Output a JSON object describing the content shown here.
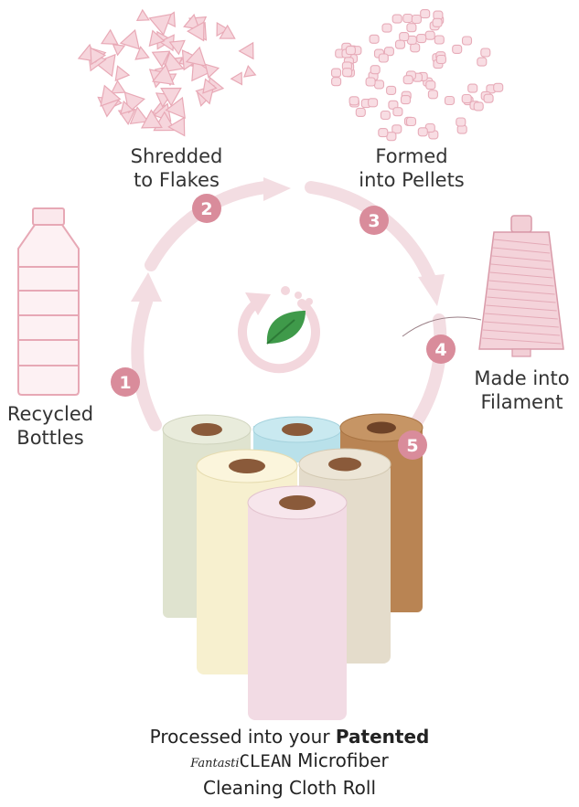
{
  "steps": [
    {
      "number": "1",
      "label_line1": "Recycled",
      "label_line2": "Bottles"
    },
    {
      "number": "2",
      "label_line1": "Shredded",
      "label_line2": "to Flakes"
    },
    {
      "number": "3",
      "label_line1": "Formed",
      "label_line2": "into Pellets"
    },
    {
      "number": "4",
      "label_line1": "Made into",
      "label_line2": "Filament"
    },
    {
      "number": "5"
    }
  ],
  "caption": {
    "line1_prefix": "Processed into your ",
    "line1_bold": "Patented",
    "brand_script": "Fantasti",
    "brand_caps": "CLEAN",
    "line2_suffix": " Microfiber",
    "line3": "Cleaning Cloth Roll"
  },
  "colors": {
    "cycle_arrow": "#f3dde2",
    "badge": "#d98c9b",
    "leaf": "#3f9a4a",
    "pink_item": "#f2c9d2",
    "roll_green": "#dfe3cf",
    "roll_blue": "#b9e1ea",
    "roll_brown": "#b98453",
    "roll_cream": "#f7f0cf",
    "roll_beige": "#e4dccb",
    "roll_pink": "#f2dbe4"
  }
}
